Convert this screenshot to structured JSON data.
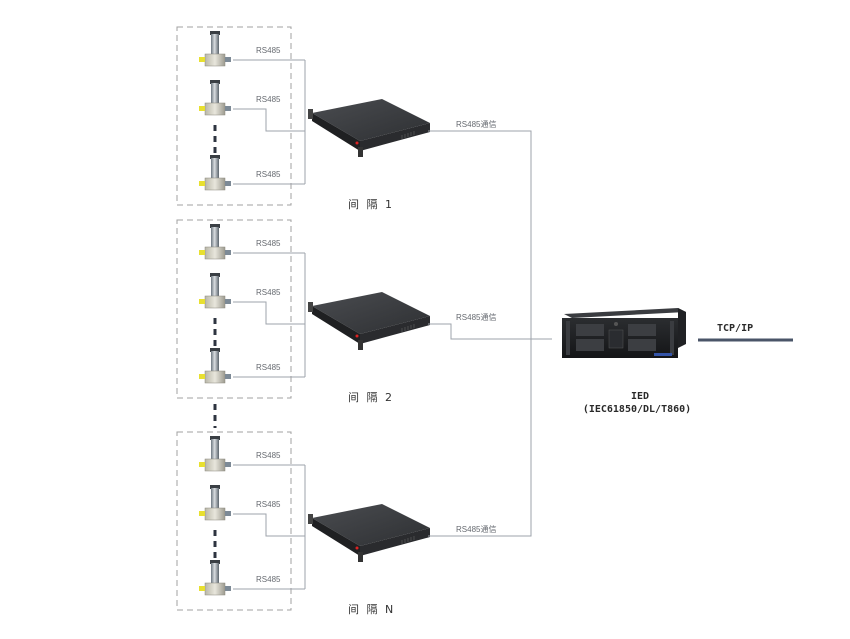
{
  "groups": [
    {
      "label": "间 隔 1",
      "sensors": [
        {
          "link_label": "RS485"
        },
        {
          "link_label": "RS485"
        },
        {
          "link_label": "RS485"
        }
      ],
      "uplink_label": "RS485通信"
    },
    {
      "label": "间 隔 2",
      "sensors": [
        {
          "link_label": "RS485"
        },
        {
          "link_label": "RS485"
        },
        {
          "link_label": "RS485"
        }
      ],
      "uplink_label": "RS485通信"
    },
    {
      "label": "间 隔 N",
      "sensors": [
        {
          "link_label": "RS485"
        },
        {
          "link_label": "RS485"
        },
        {
          "link_label": "RS485"
        }
      ],
      "uplink_label": "RS485通信"
    }
  ],
  "ied": {
    "name": "IED",
    "standard": "(IEC61850/DL/T860)"
  },
  "network": {
    "label": "TCP/IP"
  },
  "colors": {
    "wire": "#9ea3ab",
    "network_line": "#4a5568",
    "device_body": "#3a3c3f",
    "sensor_connector": "#e8e030"
  }
}
